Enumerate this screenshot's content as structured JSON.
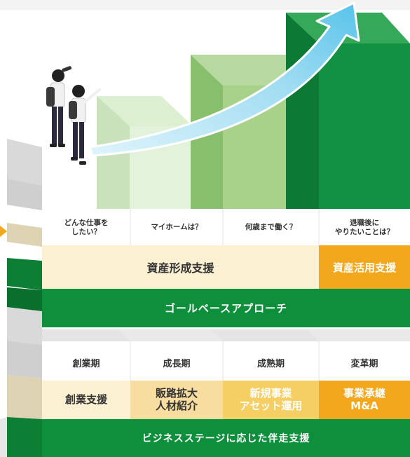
{
  "questions": [
    "どんな仕事を\nしたい？",
    "マイホームは？",
    "何歳まで働く？",
    "退職後に\nやりたいことは？"
  ],
  "top_support": {
    "asset_formation": "資産形成支援",
    "asset_utilization": "資産活用支援"
  },
  "goal_based": "ゴールベースアプローチ",
  "stages": [
    "創業期",
    "成長期",
    "成熟期",
    "変革期"
  ],
  "supports": [
    "創業支援",
    "販路拡大\n人材紹介",
    "新規事業\nアセット運用",
    "事業承継\nM&A"
  ],
  "business_stage": "ビジネスステージに応じた伴走支援",
  "icons": [
    "upward-arrow-icon",
    "people-illustration",
    "pointer-arrow-icon"
  ],
  "colors": {
    "green": "#0e8f3c",
    "light_green": "#a8d28a",
    "pale_green": "#dcefd0",
    "cream": "#fbf0d2",
    "orange": "#f2a71c",
    "yellow": "#f5cf63",
    "gray": "#cfcfcf"
  }
}
